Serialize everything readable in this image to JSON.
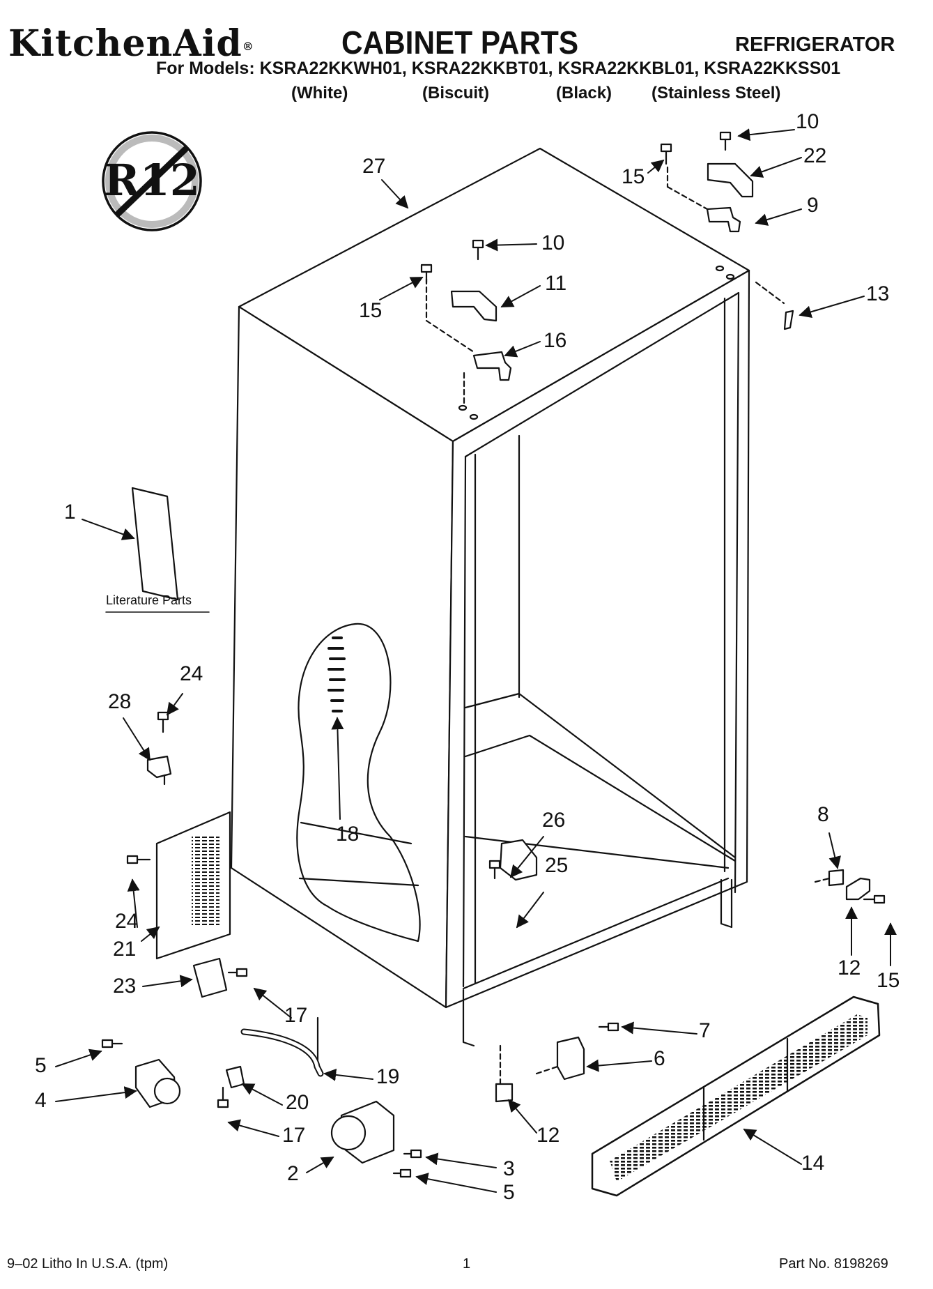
{
  "header": {
    "brand": "KitchenAid",
    "brand_mark": "®",
    "title": "CABINET PARTS",
    "category": "REFRIGERATOR",
    "models_line": "For Models: KSRA22KKWH01, KSRA22KKBT01, KSRA22KKBL01, KSRA22KKSS01",
    "variants": [
      "(White)",
      "(Biscuit)",
      "(Black)",
      "(Stainless Steel)"
    ]
  },
  "badge": {
    "text": "R12",
    "meaning": "no-R12-symbol",
    "icon": "prohibition-icon"
  },
  "literature_label": "Literature Parts",
  "callouts": [
    "10",
    "22",
    "15",
    "9",
    "27",
    "10",
    "11",
    "15",
    "16",
    "13",
    "1",
    "24",
    "28",
    "18",
    "26",
    "25",
    "8",
    "24",
    "21",
    "12",
    "15",
    "23",
    "17",
    "7",
    "6",
    "5",
    "19",
    "4",
    "20",
    "17",
    "12",
    "14",
    "3",
    "2",
    "5"
  ],
  "footer": {
    "left": "9–02 Litho In U.S.A. (tpm)",
    "center": "1",
    "right": "Part No. 8198269"
  },
  "colors": {
    "line": "#111111",
    "paper": "#ffffff"
  }
}
